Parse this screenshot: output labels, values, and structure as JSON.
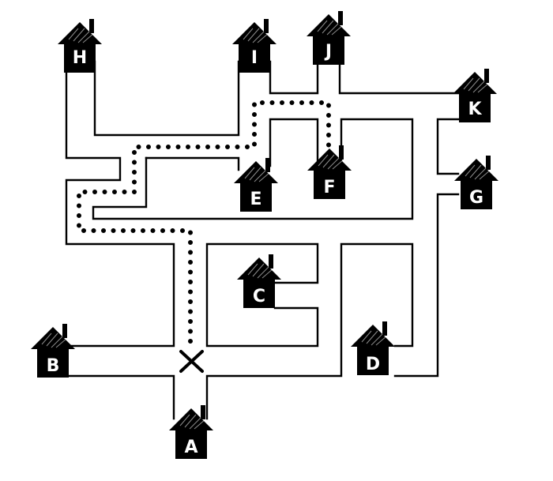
{
  "houses": [
    {
      "id": "A",
      "label": "A"
    },
    {
      "id": "B",
      "label": "B"
    },
    {
      "id": "C",
      "label": "C"
    },
    {
      "id": "D",
      "label": "D"
    },
    {
      "id": "E",
      "label": "E"
    },
    {
      "id": "F",
      "label": "F"
    },
    {
      "id": "G",
      "label": "G"
    },
    {
      "id": "H",
      "label": "H"
    },
    {
      "id": "I",
      "label": "I"
    },
    {
      "id": "J",
      "label": "J"
    },
    {
      "id": "K",
      "label": "K"
    }
  ],
  "route": {
    "from": "start-x-mark",
    "to": "F"
  },
  "colors": {
    "ink": "#000000",
    "paper": "#ffffff"
  }
}
